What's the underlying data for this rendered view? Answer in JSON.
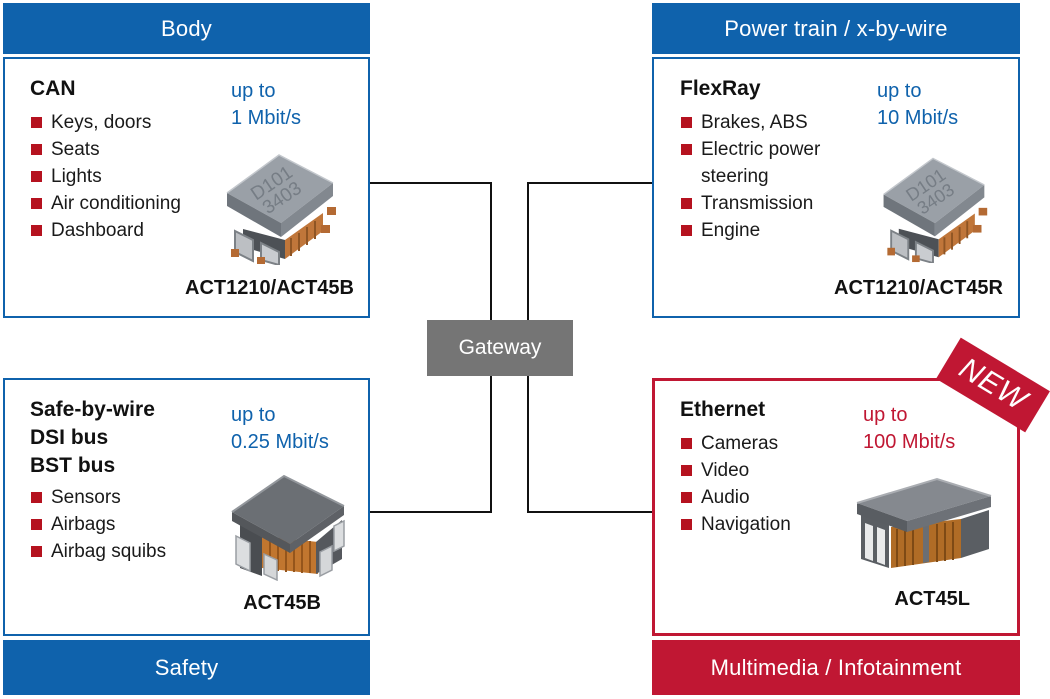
{
  "colors": {
    "blue": "#0f62ac",
    "red": "#c01733",
    "bullet_red": "#b5121f",
    "gateway_gray": "#757575"
  },
  "gateway": {
    "label": "Gateway"
  },
  "component_marking": {
    "line1": "D101",
    "line2": "3403"
  },
  "boxes": {
    "body": {
      "header": "Body",
      "protocol": "CAN",
      "features": [
        "Keys, doors",
        "Seats",
        "Lights",
        "Air conditioning",
        "Dashboard"
      ],
      "speed_prefix": "up to",
      "speed": "1 Mbit/s",
      "part": "ACT1210/ACT45B"
    },
    "powertrain": {
      "header": "Power train / x-by-wire",
      "protocol": "FlexRay",
      "features": [
        "Brakes, ABS",
        "Electric power steering",
        "Transmission",
        "Engine"
      ],
      "speed_prefix": "up to",
      "speed": "10 Mbit/s",
      "part": "ACT1210/ACT45R"
    },
    "safety": {
      "footer": "Safety",
      "protocol_lines": [
        "Safe-by-wire",
        "DSI bus",
        "BST bus"
      ],
      "features": [
        "Sensors",
        "Airbags",
        "Airbag squibs"
      ],
      "speed_prefix": "up to",
      "speed": "0.25 Mbit/s",
      "part": "ACT45B"
    },
    "multimedia": {
      "footer": "Multimedia / Infotainment",
      "badge": "NEW",
      "protocol": "Ethernet",
      "features": [
        "Cameras",
        "Video",
        "Audio",
        "Navigation"
      ],
      "speed_prefix": "up to",
      "speed": "100 Mbit/s",
      "part": "ACT45L"
    }
  }
}
